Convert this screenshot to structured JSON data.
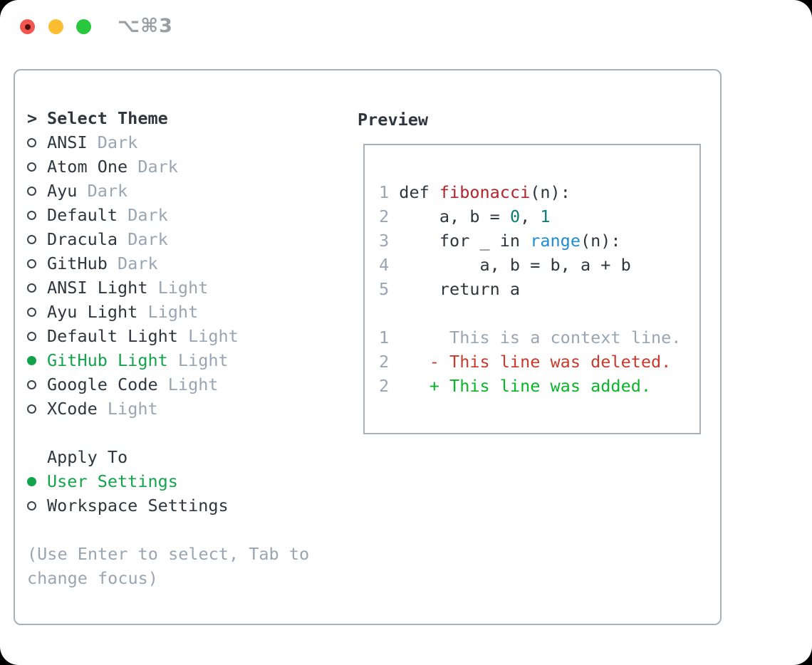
{
  "titlebar": {
    "shortcut": "⌥⌘3"
  },
  "colors": {
    "text": "#30363d",
    "muted": "#9aa5b2",
    "accent_green": "#13a44b",
    "diff_added": "#0bb52b",
    "diff_deleted": "#c93a2c",
    "syntax_function": "#b2232b",
    "syntax_number": "#0d7d74",
    "syntax_builtin": "#1f8ccd",
    "panel_border": "#a8b0ba",
    "shortcut_gray": "#9b9fa4",
    "traffic_red": "#f4564f",
    "traffic_yellow": "#fcbd30",
    "traffic_green": "#29c73e"
  },
  "theme_picker": {
    "prompt": ">",
    "title": "Select Theme",
    "themes": [
      {
        "name": "ANSI",
        "variant": "Dark",
        "selected": false
      },
      {
        "name": "Atom One",
        "variant": "Dark",
        "selected": false
      },
      {
        "name": "Ayu",
        "variant": "Dark",
        "selected": false
      },
      {
        "name": "Default",
        "variant": "Dark",
        "selected": false
      },
      {
        "name": "Dracula",
        "variant": "Dark",
        "selected": false
      },
      {
        "name": "GitHub",
        "variant": "Dark",
        "selected": false
      },
      {
        "name": "ANSI Light",
        "variant": "Light",
        "selected": false
      },
      {
        "name": "Ayu Light",
        "variant": "Light",
        "selected": false
      },
      {
        "name": "Default Light",
        "variant": "Light",
        "selected": false
      },
      {
        "name": "GitHub Light",
        "variant": "Light",
        "selected": true
      },
      {
        "name": "Google Code",
        "variant": "Light",
        "selected": false
      },
      {
        "name": "XCode",
        "variant": "Light",
        "selected": false
      }
    ],
    "apply_to": {
      "title": "Apply To",
      "options": [
        {
          "label": "User Settings",
          "selected": true
        },
        {
          "label": "Workspace Settings",
          "selected": false
        }
      ]
    },
    "help_lines": [
      "(Use Enter to select, Tab to",
      "change focus)"
    ]
  },
  "preview": {
    "title": "Preview",
    "code_lines": [
      [
        {
          "t": "1",
          "c": "ln"
        },
        {
          "t": " def ",
          "c": "code"
        },
        {
          "t": "fibonacci",
          "c": "func"
        },
        {
          "t": "(n):",
          "c": "code"
        }
      ],
      [
        {
          "t": "2",
          "c": "ln"
        },
        {
          "t": "     a, b = ",
          "c": "code"
        },
        {
          "t": "0",
          "c": "num"
        },
        {
          "t": ", ",
          "c": "code"
        },
        {
          "t": "1",
          "c": "num"
        }
      ],
      [
        {
          "t": "3",
          "c": "ln"
        },
        {
          "t": "     for _ in ",
          "c": "code"
        },
        {
          "t": "range",
          "c": "builtin"
        },
        {
          "t": "(n):",
          "c": "code"
        }
      ],
      [
        {
          "t": "4",
          "c": "ln"
        },
        {
          "t": "         a, b = b, a + b",
          "c": "code"
        }
      ],
      [
        {
          "t": "5",
          "c": "ln"
        },
        {
          "t": "     return a",
          "c": "code"
        }
      ],
      [],
      [
        {
          "t": "1",
          "c": "ln"
        },
        {
          "t": "      This is a context line.",
          "c": "ctx"
        }
      ],
      [
        {
          "t": "2",
          "c": "ln"
        },
        {
          "t": "    - This line was deleted.",
          "c": "del"
        }
      ],
      [
        {
          "t": "2",
          "c": "ln"
        },
        {
          "t": "    + This line was added.",
          "c": "add"
        }
      ]
    ]
  }
}
